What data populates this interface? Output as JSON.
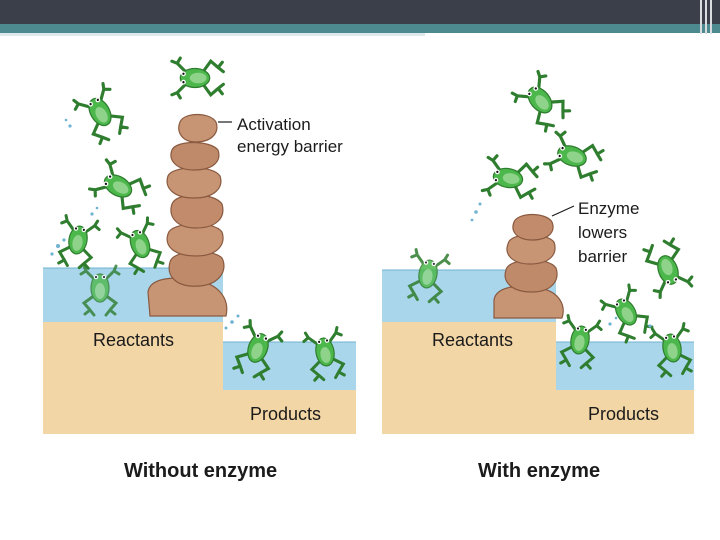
{
  "colors": {
    "header_dark": "#3b3f4a",
    "header_teal": "#4d8a8f",
    "water": "#a9d6ea",
    "sand": "#f3d6a6",
    "rock": "#c89574",
    "rock_edge": "#8a5a40",
    "frog": "#4cb84c",
    "frog_dark": "#2f7d2f"
  },
  "icons": {
    "frog": "frog-icon",
    "boulder": "boulder-icon"
  },
  "panels": {
    "without": {
      "barrier_label_line1": "Activation",
      "barrier_label_line2": "energy barrier",
      "reactants_label": "Reactants",
      "products_label": "Products",
      "caption": "Without enzyme"
    },
    "with": {
      "barrier_label_line1": "Enzyme",
      "barrier_label_line2": "lowers",
      "barrier_label_line3": "barrier",
      "reactants_label": "Reactants",
      "products_label": "Products",
      "caption": "With enzyme"
    }
  }
}
